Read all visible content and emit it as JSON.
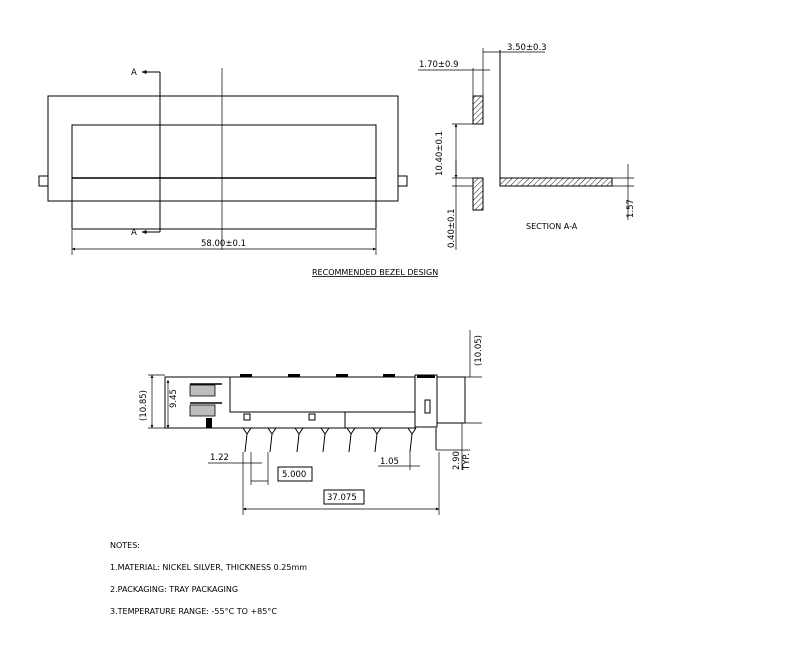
{
  "top_view": {
    "section_marker_top": "A",
    "section_marker_bottom": "A",
    "width_dim": "58.00±0.1"
  },
  "section_view": {
    "dim_overall_width": "3.50±0.3",
    "dim_wall_thickness": "1.70±0.9",
    "dim_opening_height": "10.40±0.1",
    "dim_lip": "0.40±0.1",
    "dim_shelf_thickness": "1.57",
    "label": "SECTION A-A"
  },
  "bezel_title": "RECOMMENDED BEZEL DESIGN",
  "side_view": {
    "dim_overall_height": "(10.85)",
    "dim_body_height": "9.45",
    "dim_front_height": "(10.05)",
    "dim_pin_offset": "1.22",
    "dim_pin_pitch": "5.000",
    "dim_rear_pin": "1.05",
    "dim_total_length": "37.075",
    "dim_pin_length": "2.90",
    "dim_pin_length_note": "TYP."
  },
  "notes": {
    "heading": "NOTES:",
    "items": [
      "1.MATERIAL: NICKEL SILVER, THICKNESS 0.25mm",
      "2.PACKAGING: TRAY PACKAGING",
      "3.TEMPERATURE RANGE: -55°C TO +85°C"
    ]
  }
}
